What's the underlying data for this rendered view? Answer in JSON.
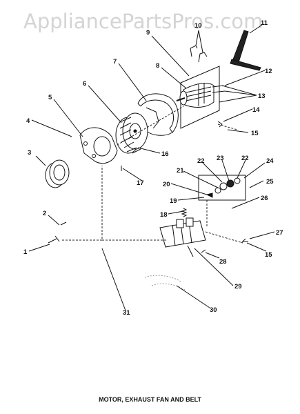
{
  "watermark": "AppliancePartsPros.com",
  "caption": "MOTOR, EXHAUST FAN AND BELT",
  "callouts": [
    "1",
    "2",
    "3",
    "4",
    "5",
    "6",
    "7",
    "8",
    "9",
    "10",
    "11",
    "12",
    "13",
    "14",
    "15",
    "16",
    "17",
    "18",
    "19",
    "20",
    "21",
    "22",
    "23",
    "24",
    "25",
    "26",
    "27",
    "28",
    "29",
    "30",
    "31"
  ]
}
